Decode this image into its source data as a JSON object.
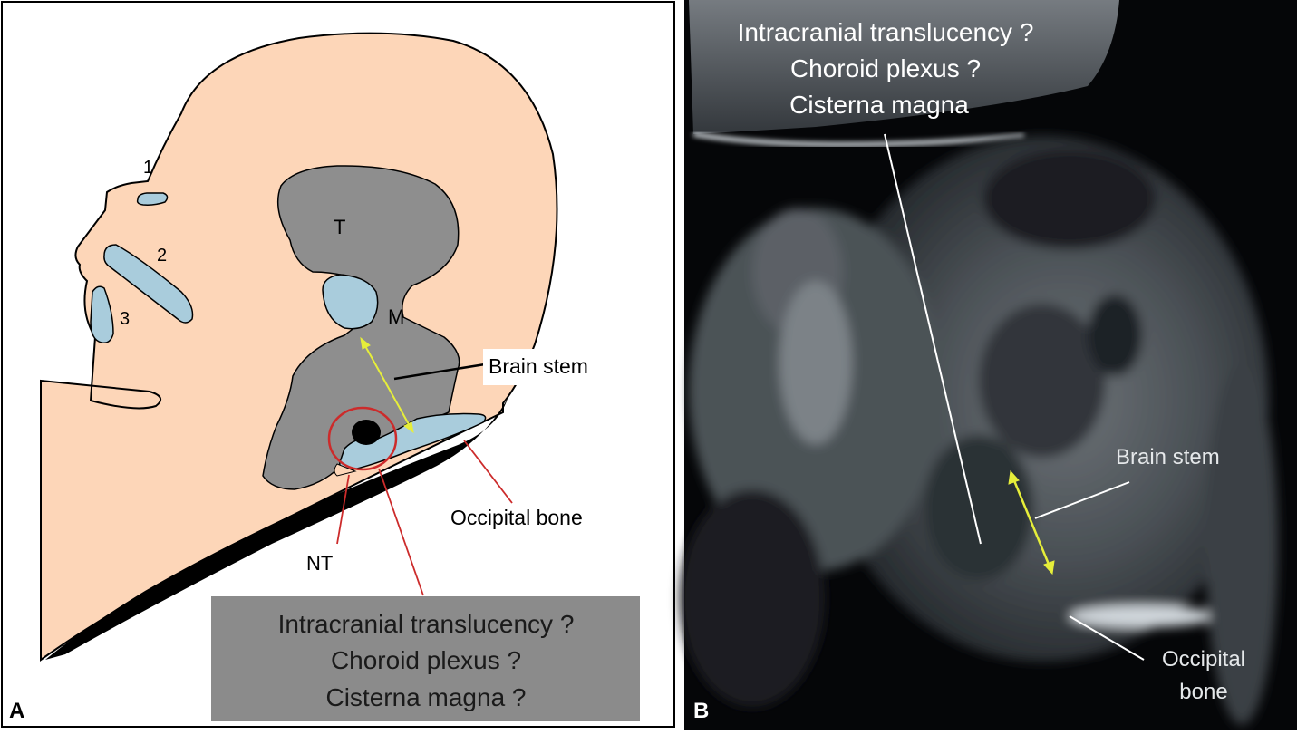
{
  "colors": {
    "skin": "#fdd6b8",
    "brain": "#8e8e8e",
    "fluid": "#a9ccdc",
    "bone": "#000000",
    "highlight_circle": "#cc2b2b",
    "measure_arrow": "#e6ee3a",
    "question_box": "#8b8b8b",
    "ultrasound_bg": "#050608"
  },
  "panel_a": {
    "panel_label": "A",
    "feature_labels": {
      "one": "1",
      "two": "2",
      "three": "3",
      "t": "T",
      "m": "M",
      "nt": "NT"
    },
    "brain_stem_label": "Brain stem",
    "occipital_label": "Occipital bone",
    "questions": [
      "Intracranial translucency ?",
      "Choroid plexus  ?",
      "Cisterna magna ?"
    ]
  },
  "panel_b": {
    "panel_label": "B",
    "questions": [
      "Intracranial translucency ?",
      "Choroid plexus  ?",
      "Cisterna magna"
    ],
    "brain_stem_label": "Brain stem",
    "occipital_label_lines": [
      "Occipital",
      "bone"
    ]
  }
}
